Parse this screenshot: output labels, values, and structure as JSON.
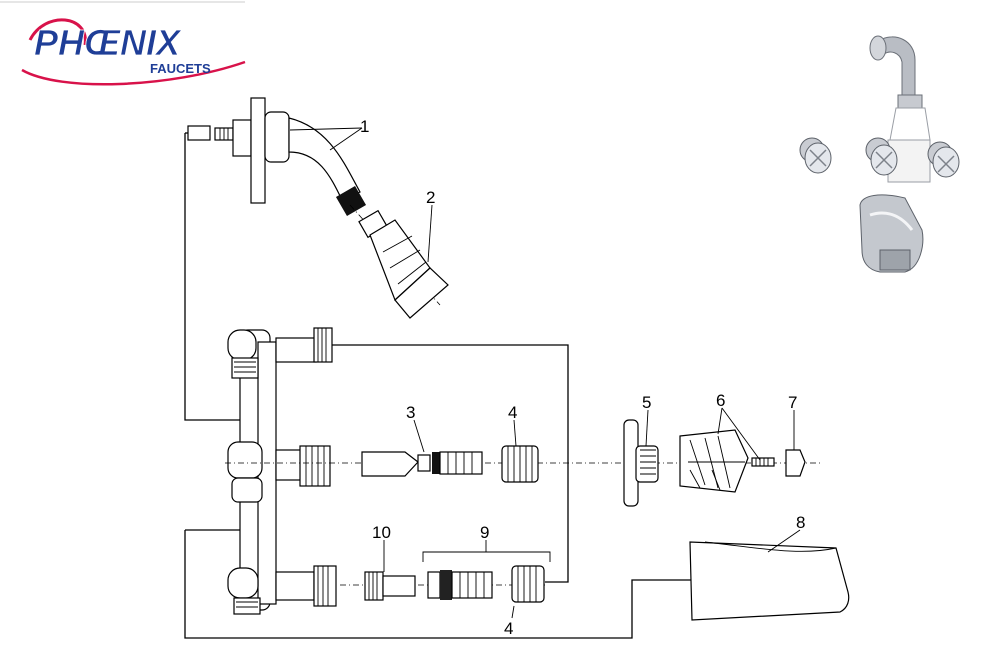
{
  "brand": {
    "name": "PHŒNIX",
    "tagline": "FAUCETS",
    "colors": {
      "primary": "#1f3e97",
      "accent": "#d8124a"
    }
  },
  "callouts": {
    "c1": "1",
    "c2": "2",
    "c3": "3",
    "c4a": "4",
    "c4b": "4",
    "c5": "5",
    "c6": "6",
    "c7": "7",
    "c8": "8",
    "c9": "9",
    "c10": "10"
  },
  "photo": {
    "description_icon": "assembled-tub-shower-set-photo"
  }
}
